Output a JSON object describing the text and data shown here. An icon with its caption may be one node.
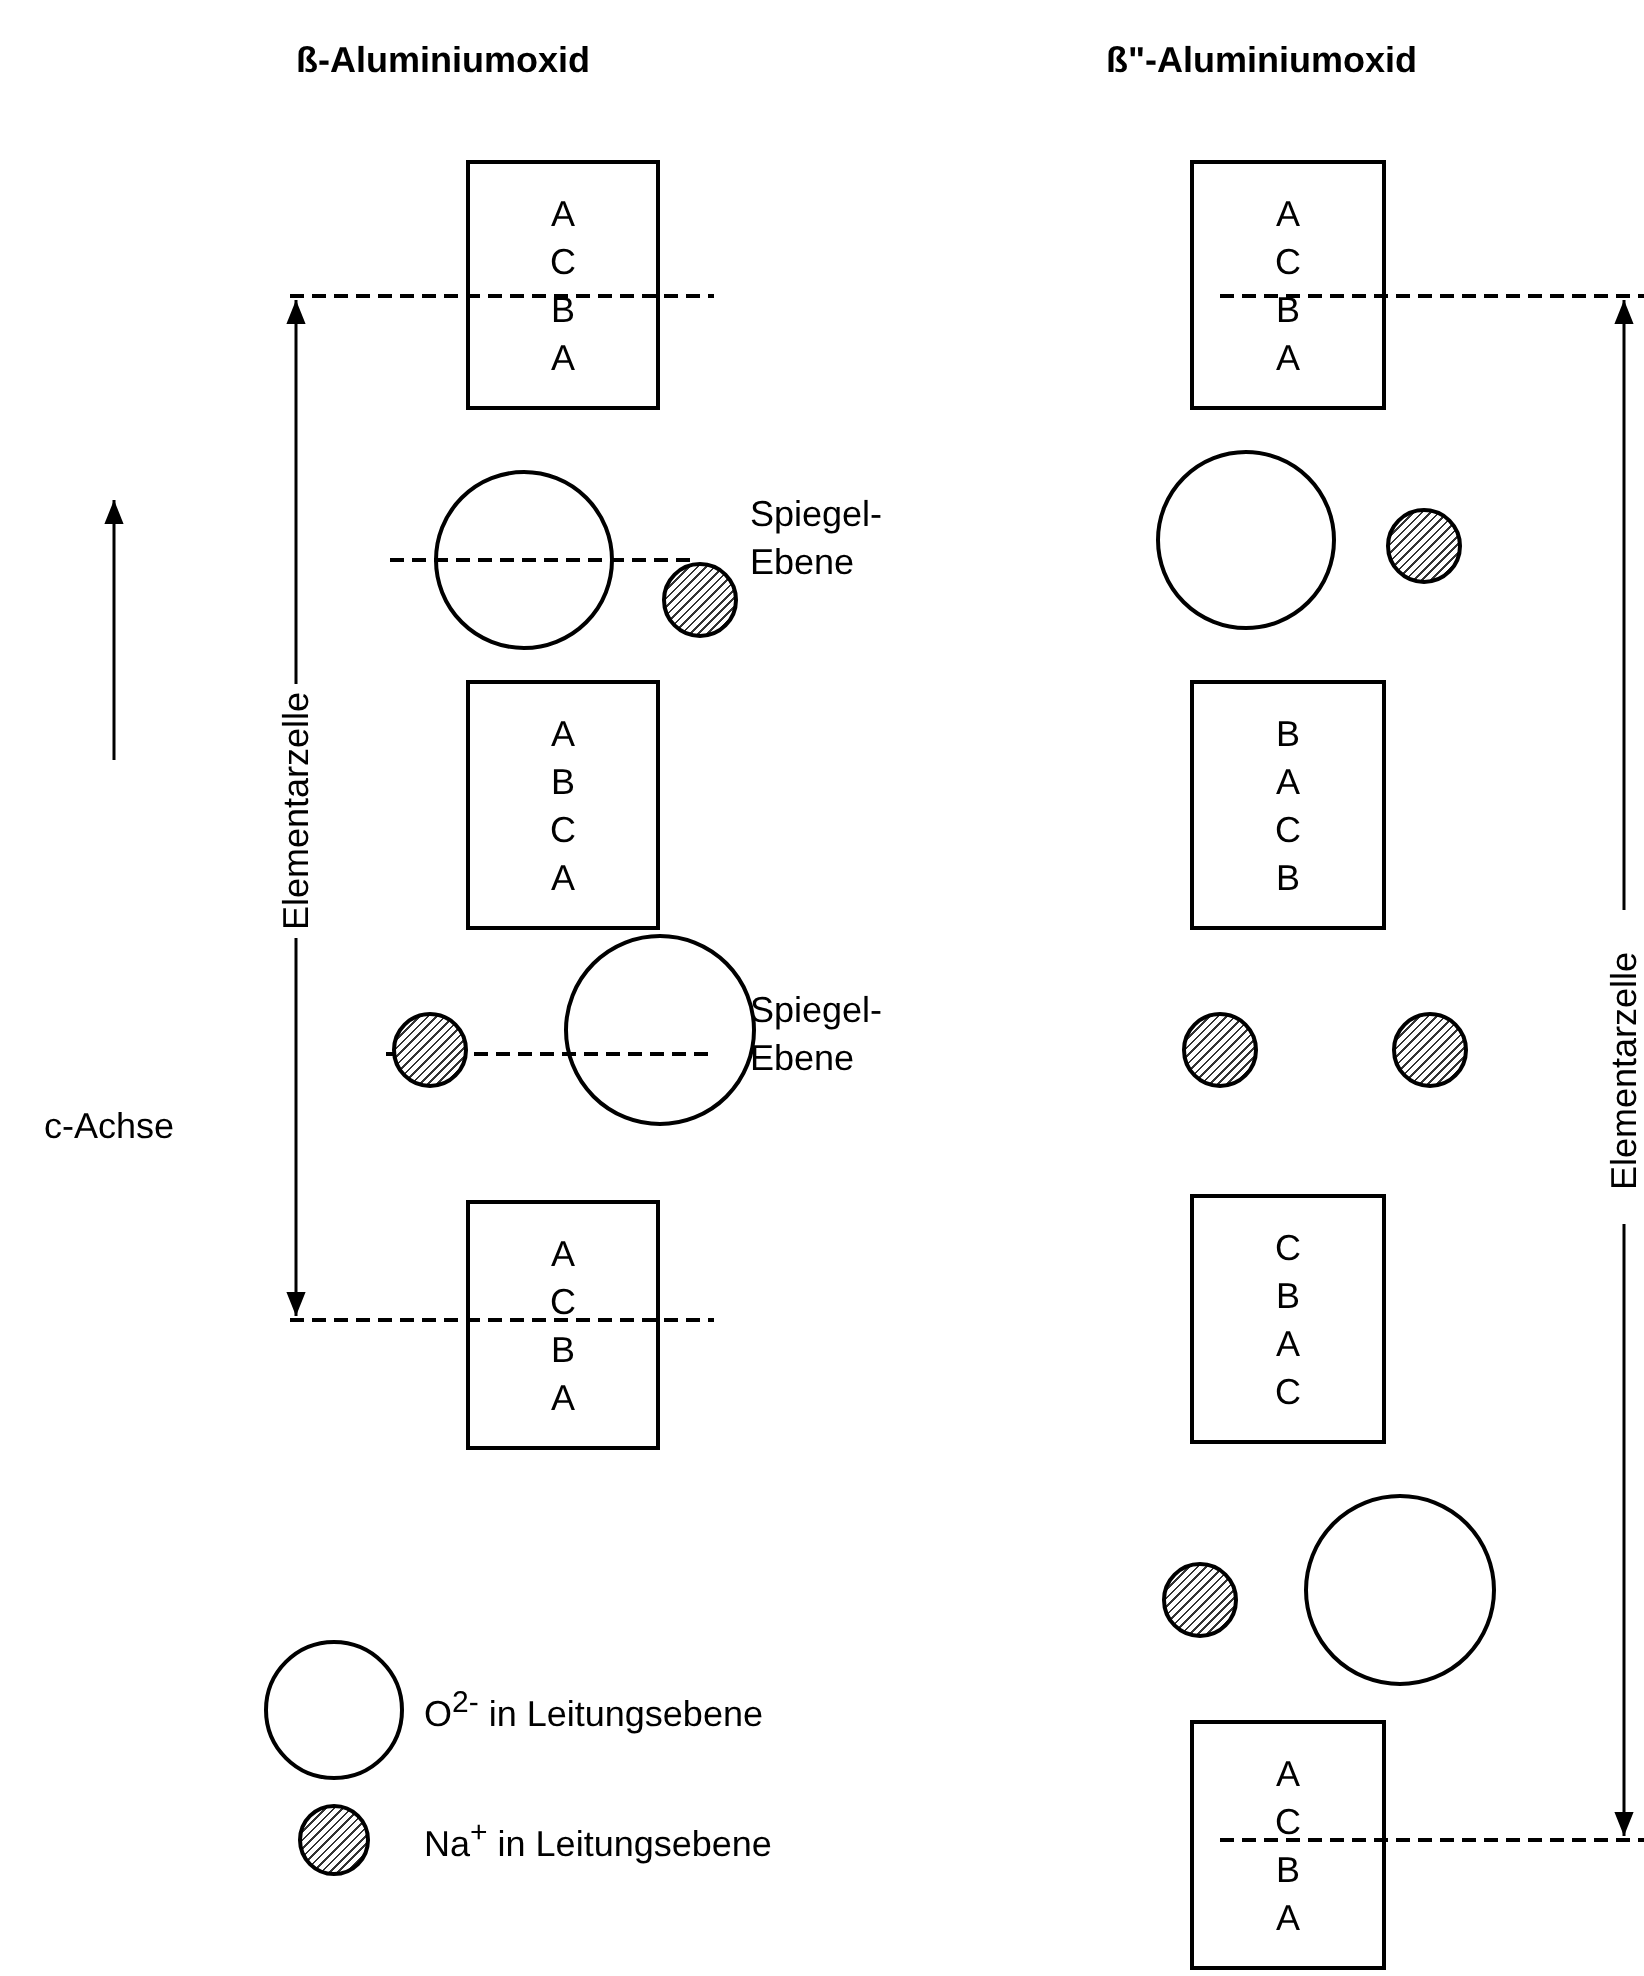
{
  "diagram": {
    "nodes": [
      {
        "text": [
          "A C B A"
        ]
      },
      {
        "text": [],
        "shape": "circle"
      },
      {
        "text": [],
        "shape": "circle"
      },
      {
        "text": [
          "A B C A"
        ]
      },
      {
        "text": [],
        "shape": "circle"
      },
      {
        "text": [],
        "shape": "circle"
      },
      {
        "text": [
          "A C B A"
        ]
      },
      {
        "text": [
          "A C B A"
        ]
      },
      {
        "text": [],
        "shape": "circle"
      },
      {
        "text": [],
        "shape": "circle"
      },
      {
        "text": [
          "B A C B"
        ]
      },
      {
        "text": [],
        "shape": "circle"
      },
      {
        "text": [],
        "shape": "circle"
      },
      {
        "text": [
          "C B A C"
        ]
      },
      {
        "text": [],
        "shape": "circle"
      },
      {
        "text": [],
        "shape": "circle"
      },
      {
        "text": [
          "A C B A"
        ]
      }
    ],
    "edges": [],
    "labels": [
      "ß-Aluminiumoxid",
      "ß\"-Aluminiumoxid",
      "Spiegel-Ebene",
      "Elementarzelle",
      "Spiegel-Ebene",
      "c-Achse",
      "Elementarzelle"
    ],
    "legend": [
      {
        "text": "O$^{2-}$ in Leitungsebene"
      },
      {
        "text": "Na$^{+}$ in Leitungsebene"
      }
    ]
  }
}
